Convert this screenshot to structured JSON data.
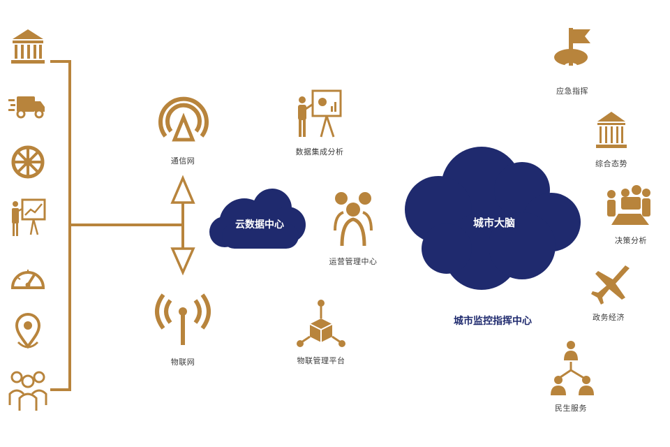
{
  "colors": {
    "gold": "#B8843C",
    "navy": "#1F2A6E"
  },
  "left_column": {
    "icons": [
      "bank-icon",
      "truck-icon",
      "wheel-icon",
      "presenter-chart-icon",
      "gauge-icon",
      "location-pin-icon",
      "people-group-icon"
    ]
  },
  "network": {
    "top_label": "通信网",
    "bottom_label": "物联网"
  },
  "cloud_data_center": {
    "label": "云数据中心"
  },
  "middle": {
    "data_analysis": "数据集成分析",
    "ops_center": "运营管理中心",
    "iot_platform": "物联管理平台"
  },
  "city_brain": {
    "label": "城市大脑",
    "caption": "城市监控指挥中心"
  },
  "right_column": {
    "emergency": "应急指挥",
    "situation": "综合态势",
    "decision": "决策分析",
    "economy": "政务经济",
    "livelihood": "民生服务"
  }
}
